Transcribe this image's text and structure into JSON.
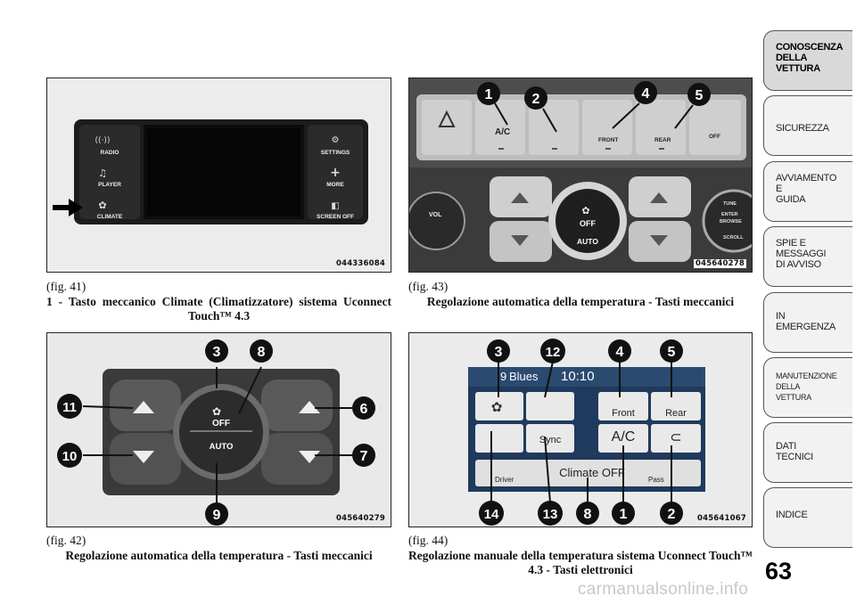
{
  "figures": {
    "fig41": {
      "number": "(fig. 41)",
      "caption": "1 - Tasto meccanico Climate (Climatizzatore) sistema Uconnect Touch™ 4.3",
      "code": "044336084",
      "buttons_left": [
        "RADIO",
        "PLAYER",
        "CLIMATE"
      ],
      "buttons_right": [
        "SETTINGS",
        "MORE",
        "SCREEN OFF"
      ]
    },
    "fig42": {
      "number": "(fig. 42)",
      "caption": "Regolazione automatica della temperatura - Tasti meccanici",
      "code": "045640279",
      "knob_off": "OFF",
      "knob_auto": "AUTO",
      "callouts": [
        "3",
        "8",
        "11",
        "6",
        "10",
        "7",
        "9"
      ]
    },
    "fig43": {
      "number": "(fig. 43)",
      "caption": "Regolazione automatica della temperatura - Tasti meccanici",
      "code": "045640278",
      "labels": {
        "ac": "A/C",
        "front": "FRONT",
        "rear": "REAR",
        "off_small": "OFF",
        "vol": "VOL",
        "knob_off": "OFF",
        "knob_auto": "AUTO",
        "tune": "TUNE",
        "enter": "ENTER",
        "browse": "BROWSE",
        "scroll": "SCROLL"
      },
      "callouts": [
        "1",
        "2",
        "4",
        "5"
      ]
    },
    "fig44": {
      "number": "(fig. 44)",
      "caption": "Regolazione manuale della temperatura sistema Uconnect Touch™ 4.3 - Tasti elettronici",
      "code": "045641067",
      "screen": {
        "station": "Blues",
        "channel": "9",
        "time": "10:10",
        "front": "Front",
        "rear": "Rear",
        "sync": "Sync",
        "ac": "A/C",
        "climate_off": "Climate OFF",
        "driver": "Driver",
        "pass": "Pass"
      },
      "callouts_top": [
        "3",
        "12",
        "4",
        "5"
      ],
      "callouts_bottom": [
        "14",
        "13",
        "8",
        "1",
        "2"
      ]
    }
  },
  "sidebar": [
    {
      "lines": [
        "CONOSCENZA",
        "DELLA",
        "VETTURA"
      ],
      "active": true
    },
    {
      "lines": [
        "SICUREZZA"
      ],
      "active": false
    },
    {
      "lines": [
        "AVVIAMENTO",
        "E",
        "GUIDA"
      ],
      "active": false
    },
    {
      "lines": [
        "SPIE E",
        "MESSAGGI",
        "DI AVVISO"
      ],
      "active": false
    },
    {
      "lines": [
        "IN",
        "EMERGENZA"
      ],
      "active": false
    },
    {
      "lines": [
        "MANUTENZIONE",
        "DELLA",
        "VETTURA"
      ],
      "active": false
    },
    {
      "lines": [
        "DATI",
        "TECNICI"
      ],
      "active": false
    },
    {
      "lines": [
        "INDICE"
      ],
      "active": false
    }
  ],
  "page_number": "63",
  "watermark": "carmanualsonline.info",
  "colors": {
    "callout_fill": "#111111",
    "callout_text": "#ffffff",
    "panel_dark": "#1a1a1a",
    "screen_blue": "#1f3a5c"
  }
}
